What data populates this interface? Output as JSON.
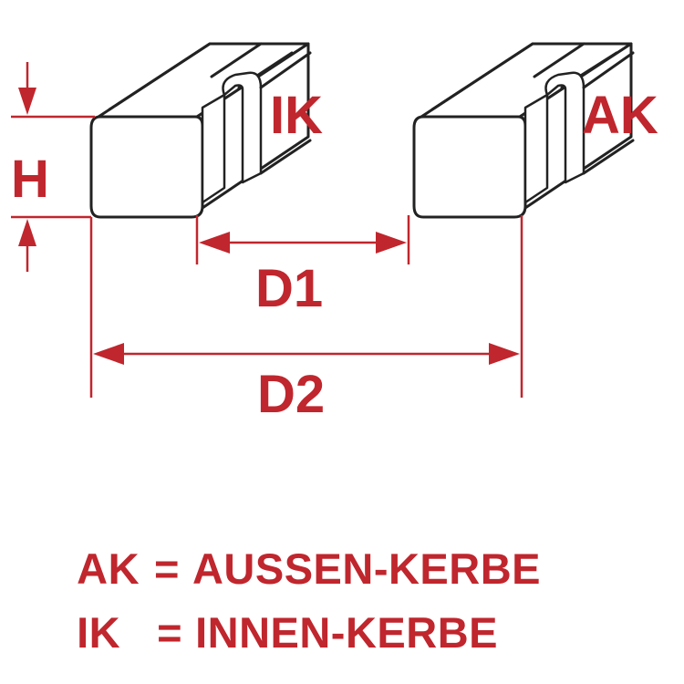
{
  "diagram": {
    "labels": {
      "height": "H",
      "inner_notch": "IK",
      "outer_notch": "AK",
      "distance_inner": "D1",
      "distance_outer": "D2"
    }
  },
  "legend": {
    "items": [
      {
        "key": "AK",
        "eq": "=",
        "meaning": "AUSSEN-KERBE"
      },
      {
        "key": "IK",
        "eq": "=",
        "meaning": "INNEN-KERBE"
      }
    ]
  },
  "colors": {
    "annotation": "#c0262d",
    "outline": "#222222"
  }
}
